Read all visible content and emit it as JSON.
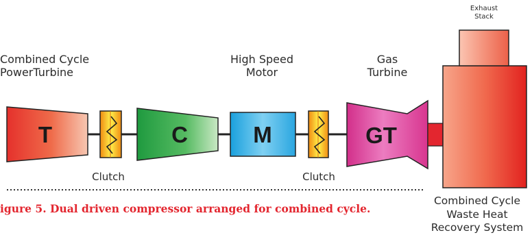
{
  "diagram": {
    "labels": {
      "power_turbine": "Combined Cycle\nPowerTurbine",
      "motor": "High Speed\nMotor",
      "gas_turbine": "Gas\nTurbine",
      "exhaust": "Exhaust\nStack",
      "recovery": "Combined Cycle\nWaste Heat\nRecovery System",
      "clutch_left": "Clutch",
      "clutch_right": "Clutch"
    },
    "units": {
      "turbine": "T",
      "compressor": "C",
      "motor": "M",
      "gas_turbine": "GT"
    },
    "caption": "igure 5. Dual driven compressor arranged for combined cycle.",
    "colors": {
      "turbine": "#e8443a",
      "compressor": "#35a84a",
      "motor": "#2aa6e0",
      "gas_turbine": "#d8358f",
      "clutch": "#f6b312",
      "recovery": "#ee4335",
      "caption": "#e3262f"
    }
  }
}
